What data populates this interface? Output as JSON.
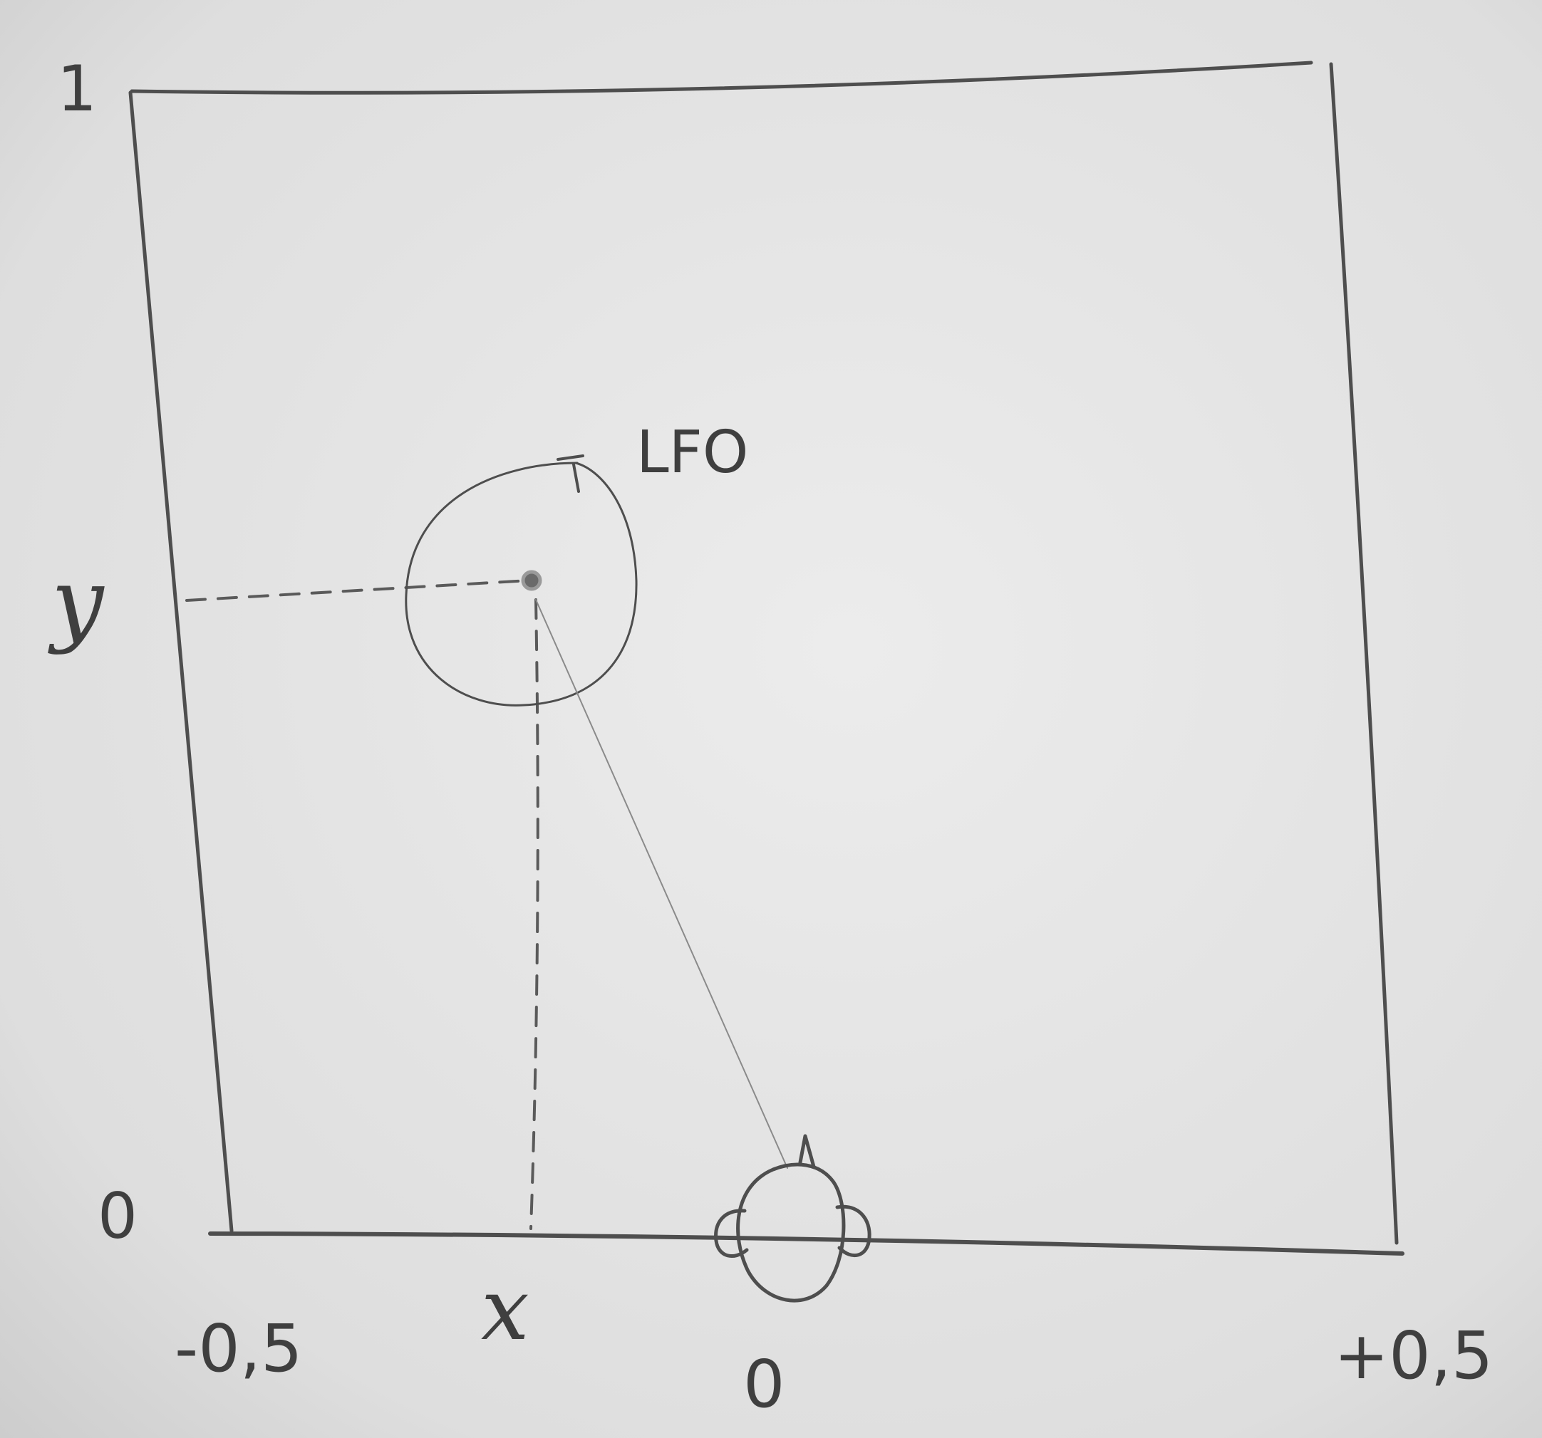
{
  "labels": {
    "y_top": "1",
    "y_var": "y",
    "y_zero": "0",
    "x_left": "-0,5",
    "x_var": "x",
    "x_center": "0",
    "x_right": "+0,5",
    "source": "LFO"
  },
  "colors": {
    "paper": "#e6e6e6",
    "pencil": "#4e4e4e"
  }
}
